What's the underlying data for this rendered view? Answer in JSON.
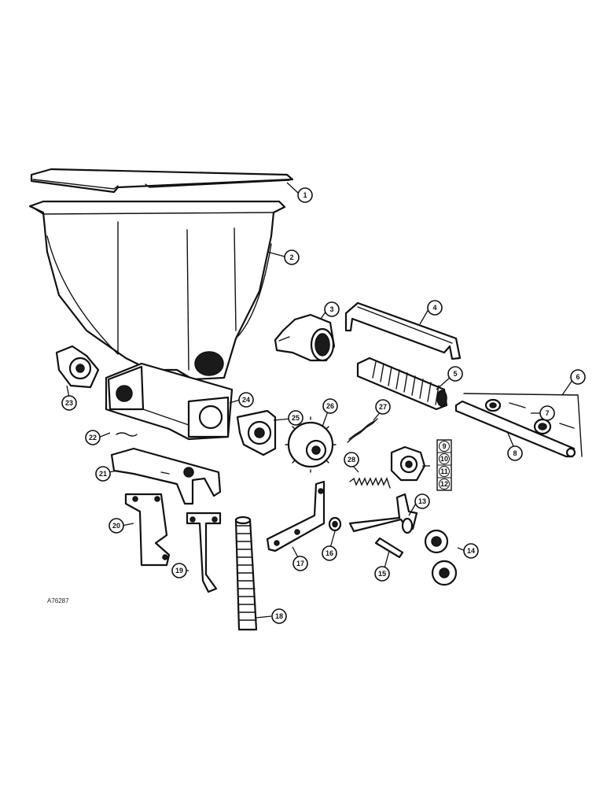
{
  "figure_code": "A76287",
  "callouts": [
    "1",
    "2",
    "3",
    "4",
    "5",
    "6",
    "7",
    "8",
    "13",
    "14",
    "15",
    "16",
    "17",
    "18",
    "19",
    "20",
    "21",
    "22",
    "23",
    "24",
    "25",
    "26",
    "27",
    "28"
  ],
  "boxed_callouts": [
    "9",
    "10",
    "11",
    "12"
  ]
}
